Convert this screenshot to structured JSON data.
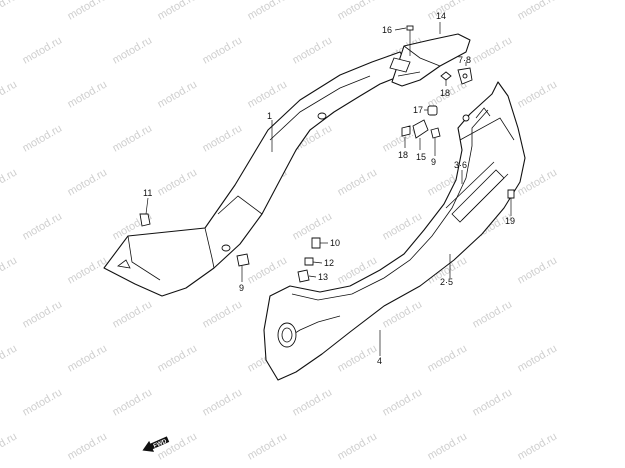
{
  "watermark": {
    "text": "motod.ru"
  },
  "callouts": [
    {
      "id": "c1",
      "text": "1"
    },
    {
      "id": "c2_5",
      "text": "2·5"
    },
    {
      "id": "c3_6",
      "text": "3·6"
    },
    {
      "id": "c4",
      "text": "4"
    },
    {
      "id": "c7_8",
      "text": "7·8"
    },
    {
      "id": "c9a",
      "text": "9"
    },
    {
      "id": "c9b",
      "text": "9"
    },
    {
      "id": "c10",
      "text": "10"
    },
    {
      "id": "c11",
      "text": "11"
    },
    {
      "id": "c12",
      "text": "12"
    },
    {
      "id": "c13",
      "text": "13"
    },
    {
      "id": "c14",
      "text": "14"
    },
    {
      "id": "c15",
      "text": "15"
    },
    {
      "id": "c16",
      "text": "16"
    },
    {
      "id": "c17",
      "text": "17"
    },
    {
      "id": "c18a",
      "text": "18"
    },
    {
      "id": "c18b",
      "text": "18"
    },
    {
      "id": "c19",
      "text": "19"
    }
  ],
  "fwd_marker": {
    "text": "FWD"
  }
}
